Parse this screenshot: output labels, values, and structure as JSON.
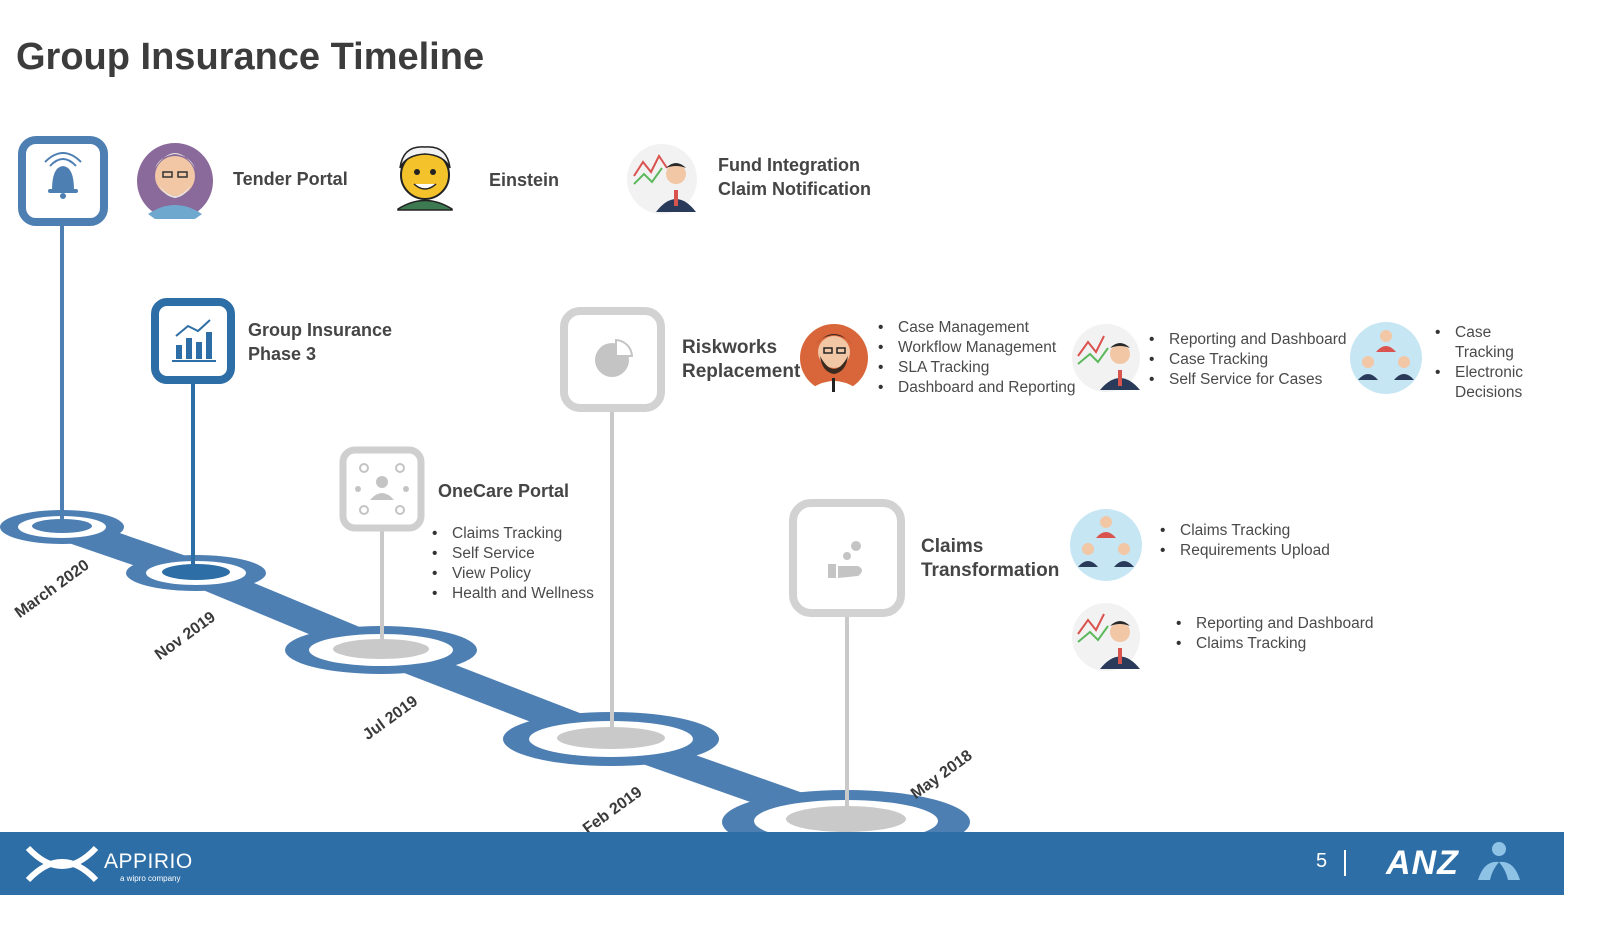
{
  "title": "Group Insurance Timeline",
  "milestones": [
    {
      "date": "March 2020",
      "items": [
        "Tender Portal",
        "Einstein",
        "Fund Integration\nClaim Notification"
      ]
    },
    {
      "date": "Nov 2019",
      "label": "Group Insurance\nPhase 3"
    },
    {
      "date": "Jul 2019",
      "label": "OneCare Portal",
      "bullets": [
        "Claims Tracking",
        "Self Service",
        "View Policy",
        "Health and Wellness"
      ]
    },
    {
      "date": "Feb 2019",
      "label": "Riskworks\nReplacement",
      "groups": [
        [
          "Case Management",
          "Workflow Management",
          "SLA Tracking",
          "Dashboard and Reporting"
        ],
        [
          "Reporting and Dashboard",
          "Case Tracking",
          "Self Service for Cases"
        ],
        [
          "Case\nTracking",
          "Electronic\nDecisions"
        ]
      ]
    },
    {
      "date": "May 2018",
      "label": "Claims\nTransformation",
      "groups": [
        [
          "Claims Tracking",
          "Requirements Upload"
        ],
        [
          "Reporting and Dashboard",
          "Claims Tracking"
        ]
      ]
    }
  ],
  "footer": {
    "brand": "APPIRIO",
    "brand_sub": "a wipro company",
    "page": "5",
    "client": "ANZ"
  },
  "colors": {
    "primary": "#2e6ea6",
    "road": "#4e7fb3",
    "inactive": "#c9c9c9",
    "text": "#454545"
  }
}
